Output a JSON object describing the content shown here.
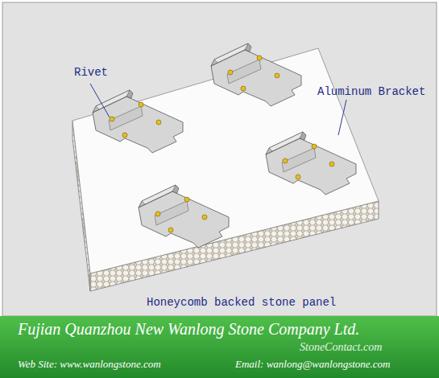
{
  "diagram": {
    "caption": "Honeycomb backed stone panel",
    "labels": [
      "Rivet",
      "Aluminum Bracket",
      "Fujian Quanzhou New Wanlong Stone Company Ltd.",
      "Web Site: www.wanlongstone.com",
      "Email: wanlong@wanlongstone.com",
      "StoneContact.com"
    ]
  }
}
